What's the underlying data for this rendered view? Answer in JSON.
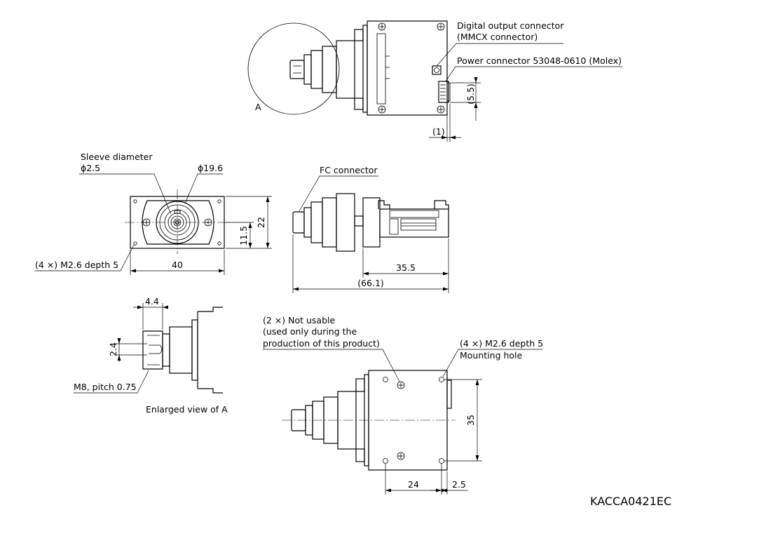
{
  "top_view": {
    "detail_label": "A",
    "digital_connector_line1": "Digital output connector",
    "digital_connector_line2": "(MMCX connector)",
    "power_connector": "Power connector 53048-0610 (Molex)",
    "dim_5_5": "(5.5)",
    "dim_1": "(1)"
  },
  "front_view": {
    "sleeve_label_line1": "Sleeve diameter",
    "sleeve_label_line2": "ϕ2.5",
    "phi_19_6": "ϕ19.6",
    "dim_22": "22",
    "dim_11_5": "11.5",
    "dim_40": "40",
    "holes_label": "(4 ×) M2.6 depth 5"
  },
  "side_view": {
    "fc_connector": "FC connector",
    "dim_35_5": "35.5",
    "dim_66_1": "(66.1)"
  },
  "enlarged_view": {
    "dim_4_4": "4.4",
    "dim_2_4": "2.4",
    "thread_label": "M8, pitch 0.75",
    "caption": "Enlarged view of A"
  },
  "bottom_view": {
    "not_usable_line1": "(2 ×) Not usable",
    "not_usable_line2": "(used only during the",
    "not_usable_line3": "production of this product)",
    "mount_line1": "(4 ×) M2.6 depth 5",
    "mount_line2": "Mounting hole",
    "dim_35": "35",
    "dim_24": "24",
    "dim_2_5": "2.5"
  },
  "drawing_code": "KACCA0421EC"
}
